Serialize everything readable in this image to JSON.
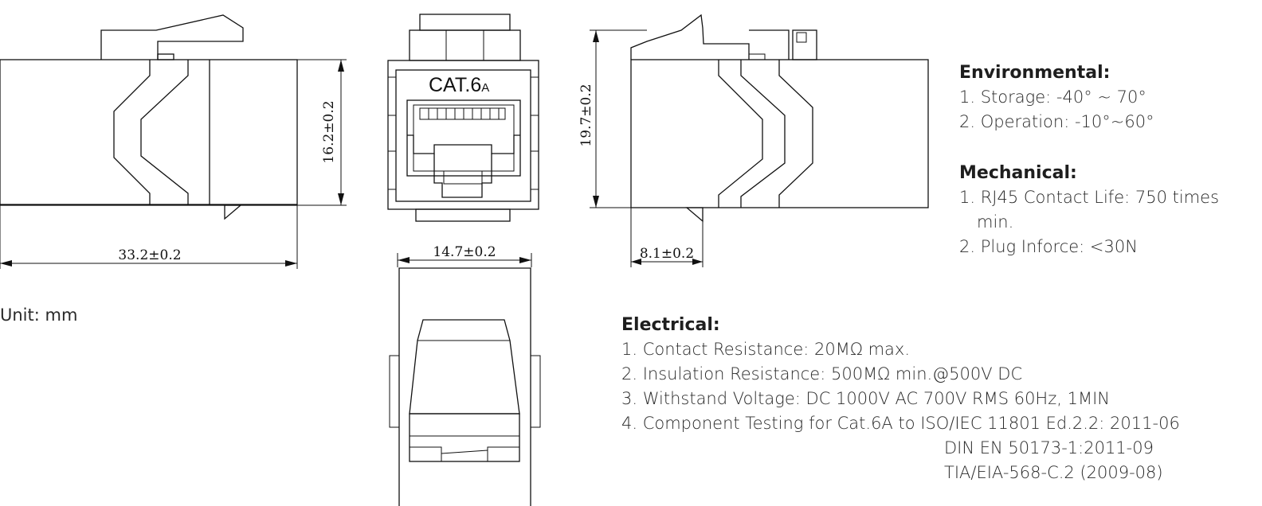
{
  "drawing": {
    "front_label_main": "CAT.6",
    "front_label_sub": "A",
    "dimensions": {
      "left_length": "33.2±0.2",
      "left_height": "16.2±0.2",
      "front_width": "14.7±0.2",
      "right_height": "19.7±0.2",
      "right_offset": "8.1±0.2"
    }
  },
  "unit": "Unit: mm",
  "environmental": {
    "title": "Environmental:",
    "items": [
      "1. Storage: -40° ~ 70°",
      "2. Operation: -10°~60°"
    ]
  },
  "mechanical": {
    "title": "Mechanical:",
    "items": [
      "1. RJ45 Contact Life: 750 times",
      "min.",
      "2. Plug Inforce: <30N"
    ]
  },
  "electrical": {
    "title": "Electrical:",
    "items": [
      "1. Contact Resistance: 20MΩ max.",
      "2. Insulation Resistance: 500MΩ min.@500V DC",
      "3. Withstand Voltage: DC 1000V AC 700V RMS 60Hz, 1MIN",
      "4. Component Testing for Cat.6A to ISO/IEC 11801 Ed.2.2: 2011-06",
      "DIN EN 50173-1:2011-09",
      "TIA/EIA-568-C.2 (2009-08)"
    ]
  }
}
